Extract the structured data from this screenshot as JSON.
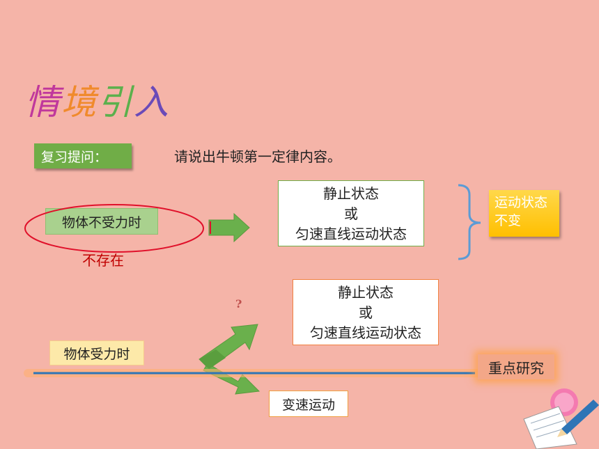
{
  "slide": {
    "title_chars": [
      "情",
      "境",
      "引",
      "入"
    ],
    "title_colors": [
      "#c0389c",
      "#f08a2c",
      "#5bb04c",
      "#6a4ab8"
    ],
    "review_label": "复习提问：",
    "question": "请说出牛顿第一定律内容。",
    "no_force_label": "物体不受力时",
    "not_exist": "不存在",
    "state_box_1": {
      "line1": "静止状态",
      "line2": "或",
      "line3": "匀速直线运动状态"
    },
    "state_box_2": {
      "line1": "静止状态",
      "line2": "或",
      "line3": "匀速直线运动状态"
    },
    "motion_unchanged": {
      "line1": "运动状态",
      "line2": "不变"
    },
    "question_mark": "?",
    "with_force_label": "物体受力时",
    "key_research": "重点研究",
    "variable_motion": "变速运动",
    "colors": {
      "background": "#f5b4a8",
      "arrow_green": "#6ab04c",
      "brace_blue": "#5b9bd5",
      "divider_blue": "#2e75b6",
      "ellipse_red": "#e0102a"
    }
  }
}
